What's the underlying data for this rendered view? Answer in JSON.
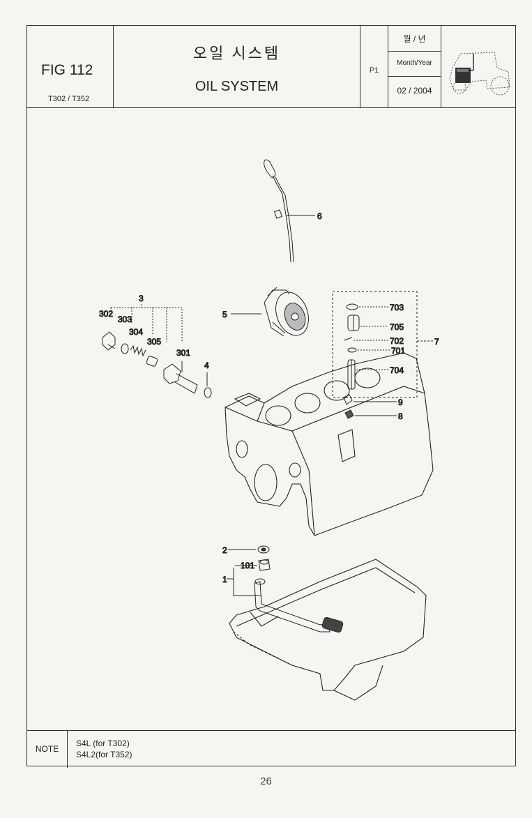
{
  "header": {
    "fig": "FIG 112",
    "models": "T302 / T352",
    "title_ko": "오일 시스템",
    "title_en": "OIL SYSTEM",
    "page": "P1",
    "month_year_ko": "월 / 년",
    "month_year_en": "Month/Year",
    "date": "02 / 2004"
  },
  "callouts": {
    "c6": "6",
    "c5": "5",
    "c3": "3",
    "c302": "302",
    "c303": "303",
    "c304": "304",
    "c305": "305",
    "c301": "301",
    "c4": "4",
    "c703": "703",
    "c705": "705",
    "c702": "702",
    "c701": "701",
    "c704": "704",
    "c7": "7",
    "c9": "9",
    "c8": "8",
    "c2": "2",
    "c101": "101",
    "c1": "1"
  },
  "note": {
    "label": "NOTE",
    "line1": "S4L  (for T302)",
    "line2": "S4L2(for T352)"
  },
  "page_number": "26"
}
